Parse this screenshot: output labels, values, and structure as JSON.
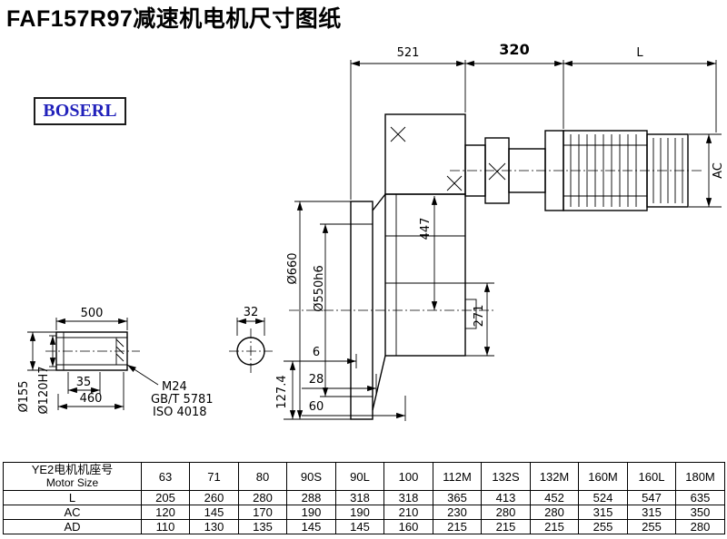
{
  "page": {
    "title": "FAF157R97减速机电机尺寸图纸",
    "logo_text": "BOSERL"
  },
  "dims": {
    "d521": "521",
    "d320": "320",
    "dL": "L",
    "dAC": "AC",
    "d447": "447",
    "d271": "271",
    "d660": "Ø660",
    "d550": "Ø550h6",
    "d500": "500",
    "d32": "32",
    "d35": "35",
    "d460": "460",
    "d155": "Ø155",
    "d120": "Ø120H7",
    "m24": "M24",
    "gb": "GB/T 5781",
    "iso": "ISO 4018",
    "d6": "6",
    "d28": "28",
    "d60": "60",
    "d127": "127.4"
  },
  "table": {
    "header": {
      "line1": "YE2电机机座号",
      "line2": "Motor Size"
    },
    "columns": [
      "63",
      "71",
      "80",
      "90S",
      "90L",
      "100",
      "112M",
      "132S",
      "132M",
      "160M",
      "160L",
      "180M"
    ],
    "rows": [
      {
        "label": "L",
        "values": [
          "205",
          "260",
          "280",
          "288",
          "318",
          "318",
          "365",
          "413",
          "452",
          "524",
          "547",
          "635"
        ]
      },
      {
        "label": "AC",
        "values": [
          "120",
          "145",
          "170",
          "190",
          "190",
          "210",
          "230",
          "280",
          "280",
          "315",
          "315",
          "350"
        ]
      },
      {
        "label": "AD",
        "values": [
          "110",
          "130",
          "135",
          "145",
          "145",
          "160",
          "215",
          "215",
          "215",
          "255",
          "255",
          "280"
        ]
      }
    ]
  }
}
